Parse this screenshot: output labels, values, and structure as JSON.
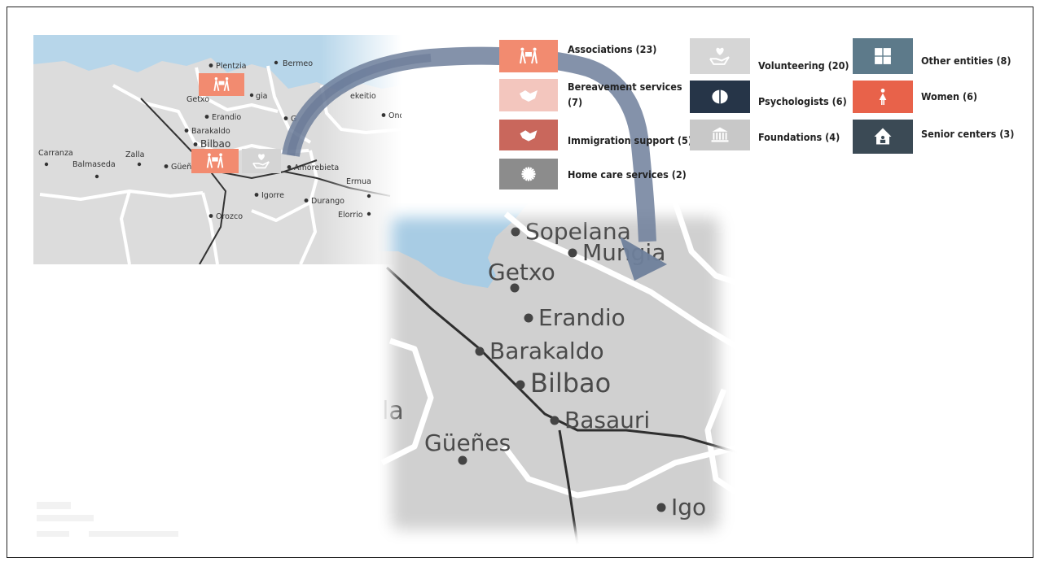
{
  "small_map": {
    "places": [
      {
        "key": "plentzia",
        "label": "Plentzia"
      },
      {
        "key": "bermeo",
        "label": "Bermeo"
      },
      {
        "key": "mungia_frag",
        "label": "gia"
      },
      {
        "key": "getxo_frag",
        "label": "Getxo"
      },
      {
        "key": "lekeitio_frag",
        "label": "ekeitio"
      },
      {
        "key": "erandio",
        "label": "Erandio"
      },
      {
        "key": "gernika_frag",
        "label": "G"
      },
      {
        "key": "ondarroa",
        "label": "Ondarroa"
      },
      {
        "key": "barakaldo",
        "label": "Barakaldo"
      },
      {
        "key": "bilbao",
        "label": "Bilbao"
      },
      {
        "key": "carranza",
        "label": "Carranza"
      },
      {
        "key": "zalla",
        "label": "Zalla"
      },
      {
        "key": "balmaseda",
        "label": "Balmaseda"
      },
      {
        "key": "guenes_frag",
        "label": "Güeñes"
      },
      {
        "key": "amorebieta",
        "label": "Amorebieta"
      },
      {
        "key": "ermua",
        "label": "Ermua"
      },
      {
        "key": "igorre",
        "label": "Igorre"
      },
      {
        "key": "durango",
        "label": "Durango"
      },
      {
        "key": "elorrio",
        "label": "Elorrio"
      },
      {
        "key": "orozco",
        "label": "Orozco"
      }
    ],
    "markers": [
      {
        "key": "marker-north",
        "icon": "people-carrying-icon",
        "color": "#f28b70"
      },
      {
        "key": "marker-bilbao-assoc",
        "icon": "people-carrying-icon",
        "color": "#f28b70"
      },
      {
        "key": "marker-bilbao-vol",
        "icon": "hand-heart-icon",
        "color": "#d4d4d4"
      }
    ]
  },
  "zoom_map": {
    "places": [
      {
        "key": "sopelana",
        "label": "Sopelana"
      },
      {
        "key": "mungia",
        "label": "Mungia"
      },
      {
        "key": "getxo",
        "label": "Getxo"
      },
      {
        "key": "erandio",
        "label": "Erandio"
      },
      {
        "key": "barakaldo",
        "label": "Barakaldo"
      },
      {
        "key": "bilbao",
        "label": "Bilbao"
      },
      {
        "key": "basauri",
        "label": "Basauri"
      },
      {
        "key": "zalla_frag",
        "label": "la"
      },
      {
        "key": "guenes",
        "label": "Güeñes"
      },
      {
        "key": "igorre",
        "label": "Igo"
      }
    ]
  },
  "legend": [
    {
      "key": "associations",
      "label": "Associations (23)",
      "icon": "people-carrying-icon",
      "color": "#f28b70"
    },
    {
      "key": "bereavement",
      "label": "Bereavement services",
      "label2": "(7)",
      "icon": "handshake-icon",
      "color": "#f3c6be"
    },
    {
      "key": "immigration",
      "label": "Immigration support (5)",
      "icon": "handshake-alt-icon",
      "color": "#c9675c"
    },
    {
      "key": "homecare",
      "label": "Home care services (2)",
      "icon": "sun-badge-icon",
      "color": "#8c8c8c"
    },
    {
      "key": "volunteering",
      "label": "Volunteering (20)",
      "icon": "hand-heart-icon",
      "color": "#d6d6d6"
    },
    {
      "key": "psychologists",
      "label": "Psychologists (6)",
      "icon": "brain-icon",
      "color": "#263548"
    },
    {
      "key": "foundations",
      "label": "Foundations (4)",
      "icon": "institution-icon",
      "color": "#c8c8c8"
    },
    {
      "key": "other",
      "label": "Other entities (8)",
      "icon": "windows-grid-icon",
      "color": "#5d7a8a"
    },
    {
      "key": "women",
      "label": "Women (6)",
      "icon": "woman-icon",
      "color": "#e8624a"
    },
    {
      "key": "senior",
      "label": "Senior centers (3)",
      "icon": "house-person-icon",
      "color": "#3b4a55"
    }
  ]
}
